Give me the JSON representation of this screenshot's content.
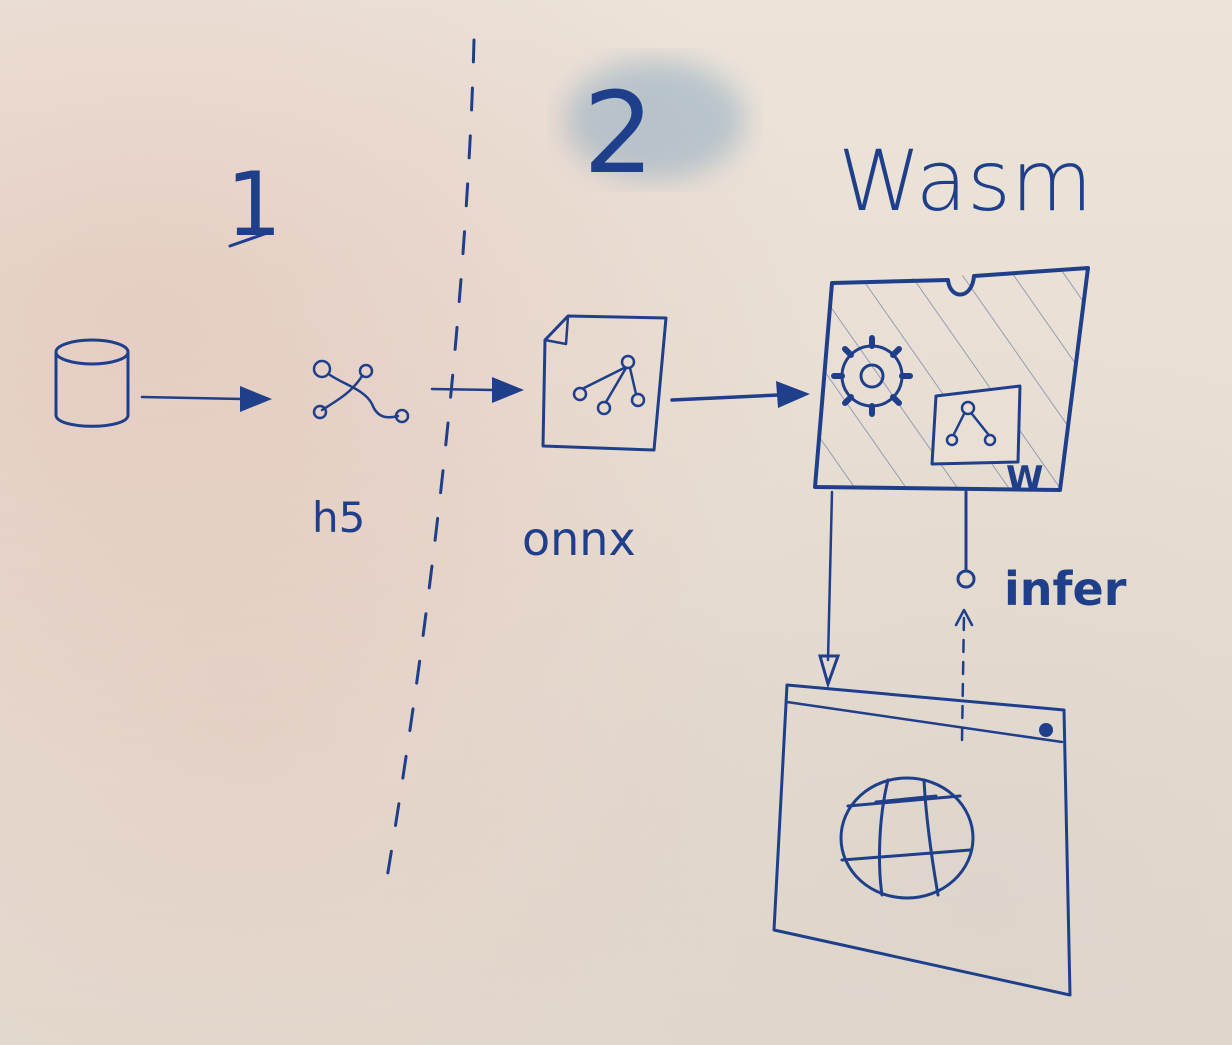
{
  "stage_1": {
    "number": "1"
  },
  "stage_2": {
    "number": "2"
  },
  "runtime": {
    "label": "Wasm"
  },
  "model_format_1": {
    "label": "h5"
  },
  "model_format_2": {
    "label": "onnx"
  },
  "wasm_badge": {
    "label": "W"
  },
  "infer": {
    "label": "infer"
  },
  "colors": {
    "ink": "#1f3f8a",
    "board": "#e9dfd4",
    "smudge": "#5b8fb8"
  }
}
